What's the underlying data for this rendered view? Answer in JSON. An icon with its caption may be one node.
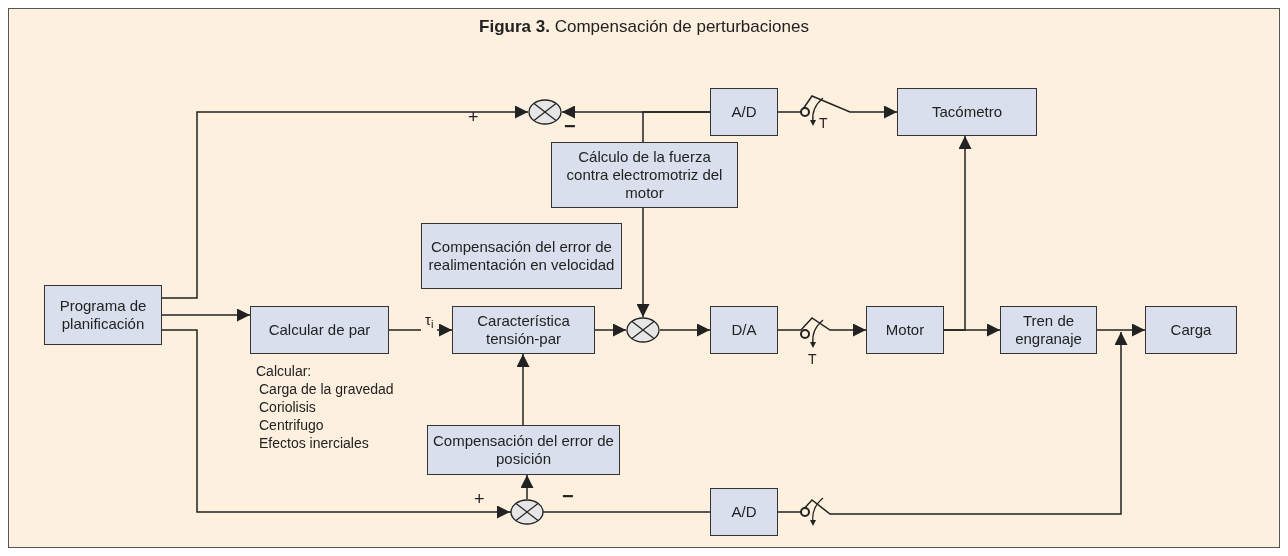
{
  "diagram": {
    "title": "**Figura 3.** Compensación de perturbaciones",
    "nodes": [
      {
        "text": [
          "Programa de planificación"
        ]
      },
      {
        "text": [
          "Calcular de par"
        ],
        "beside": [
          "Calcular:",
          "Carga de la gravedad",
          "Coriolisis",
          "Centrifugo",
          "Efectos inerciales"
        ]
      },
      {
        "text": [
          "Característica tensión-par"
        ]
      },
      {
        "text": [],
        "shape": "circle"
      },
      {
        "text": [
          "D/A"
        ]
      },
      {
        "text": [
          "Motor"
        ]
      },
      {
        "text": [
          "Tren de engranaje"
        ]
      },
      {
        "text": [
          "Carga"
        ]
      },
      {
        "text": [
          "Tacómetro"
        ]
      },
      {
        "text": [
          "A/D"
        ]
      },
      {
        "text": [],
        "shape": "circle"
      },
      {
        "text": [
          "Cálculo de la fuerza contra electromotriz del motor"
        ]
      },
      {
        "text": [
          "Compensación del error de realimentación en velocidad"
        ]
      },
      {
        "text": [
          "Compensación del error de posición"
        ]
      },
      {
        "text": [],
        "shape": "circle"
      },
      {
        "text": [
          "A/D"
        ]
      }
    ],
    "edges": [
      {
        "from": 0,
        "to": 10,
        "arrow": "to"
      },
      {
        "from": 9,
        "to": 10,
        "arrow": "to"
      },
      {
        "from": 9,
        "to": 11,
        "arrow": "none"
      },
      {
        "from": 11,
        "to": 3,
        "arrow": "to"
      },
      {
        "from": 9,
        "to": 8,
        "arrow": "to"
      },
      {
        "from": 0,
        "to": 1,
        "arrow": "to"
      },
      {
        "from": 1,
        "to": 2,
        "arrow": "to",
        "label": "τ$_{i}$"
      },
      {
        "from": 2,
        "to": 3,
        "arrow": "to"
      },
      {
        "from": 3,
        "to": 4,
        "arrow": "to"
      },
      {
        "from": 4,
        "to": 5,
        "arrow": "to"
      },
      {
        "from": 5,
        "to": 6,
        "arrow": "to"
      },
      {
        "from": 5,
        "to": 8,
        "arrow": "to"
      },
      {
        "from": 6,
        "to": 7,
        "arrow": "to"
      },
      {
        "from": 0,
        "to": 14,
        "arrow": "to"
      },
      {
        "from": 14,
        "to": 13,
        "arrow": "to"
      },
      {
        "from": 13,
        "to": 2,
        "arrow": "to"
      },
      {
        "from": 15,
        "to": 14,
        "arrow": "to"
      },
      {
        "from": 15,
        "to": 7,
        "arrow": "to"
      }
    ],
    "labels": [
      "+",
      "−",
      "T",
      "T",
      "+",
      "−"
    ]
  }
}
